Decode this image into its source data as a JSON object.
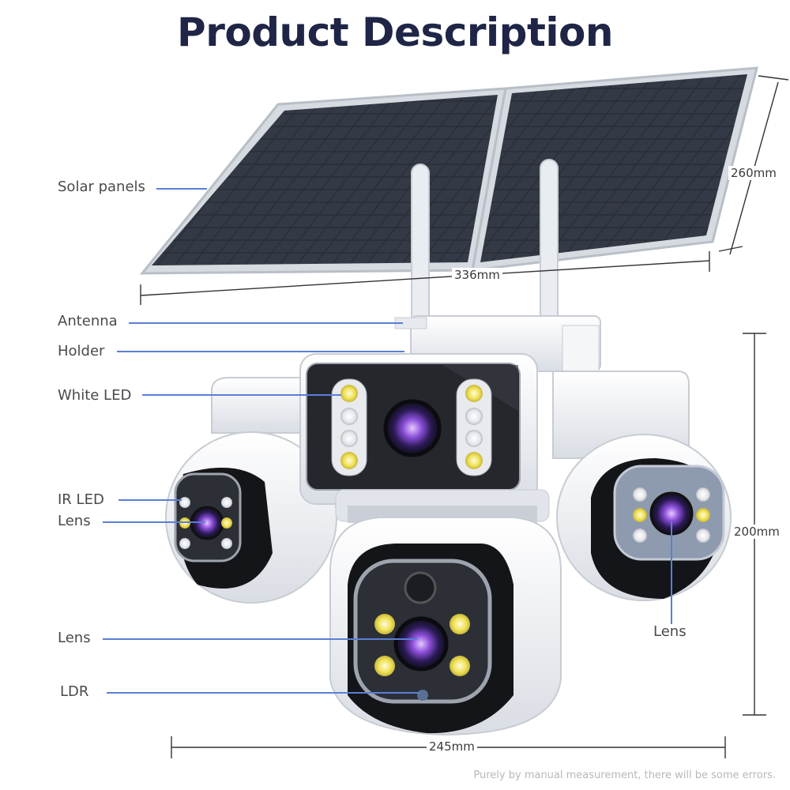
{
  "title": "Product Description",
  "labels": {
    "solar_panels": "Solar panels",
    "antenna": "Antenna",
    "holder": "Holder",
    "white_led": "White LED",
    "ir_led": "IR LED",
    "lens_left": "Lens",
    "lens_center": "Lens",
    "lens_right": "Lens",
    "ldr": "LDR"
  },
  "dimensions": {
    "panel_height": "260mm",
    "panel_width": "336mm",
    "camera_height": "200mm",
    "camera_width": "245mm"
  },
  "footnote": "Purely by manual measurement, there will be some errors.",
  "colors": {
    "title": "#1f2546",
    "leader_line": "#5b7fd6",
    "dimension_line": "#333333",
    "panel_frame": "#c9ced6",
    "panel_cell": "#2a2f38",
    "camera_body": "#eef0f4",
    "lens": "#6a3cc8"
  }
}
